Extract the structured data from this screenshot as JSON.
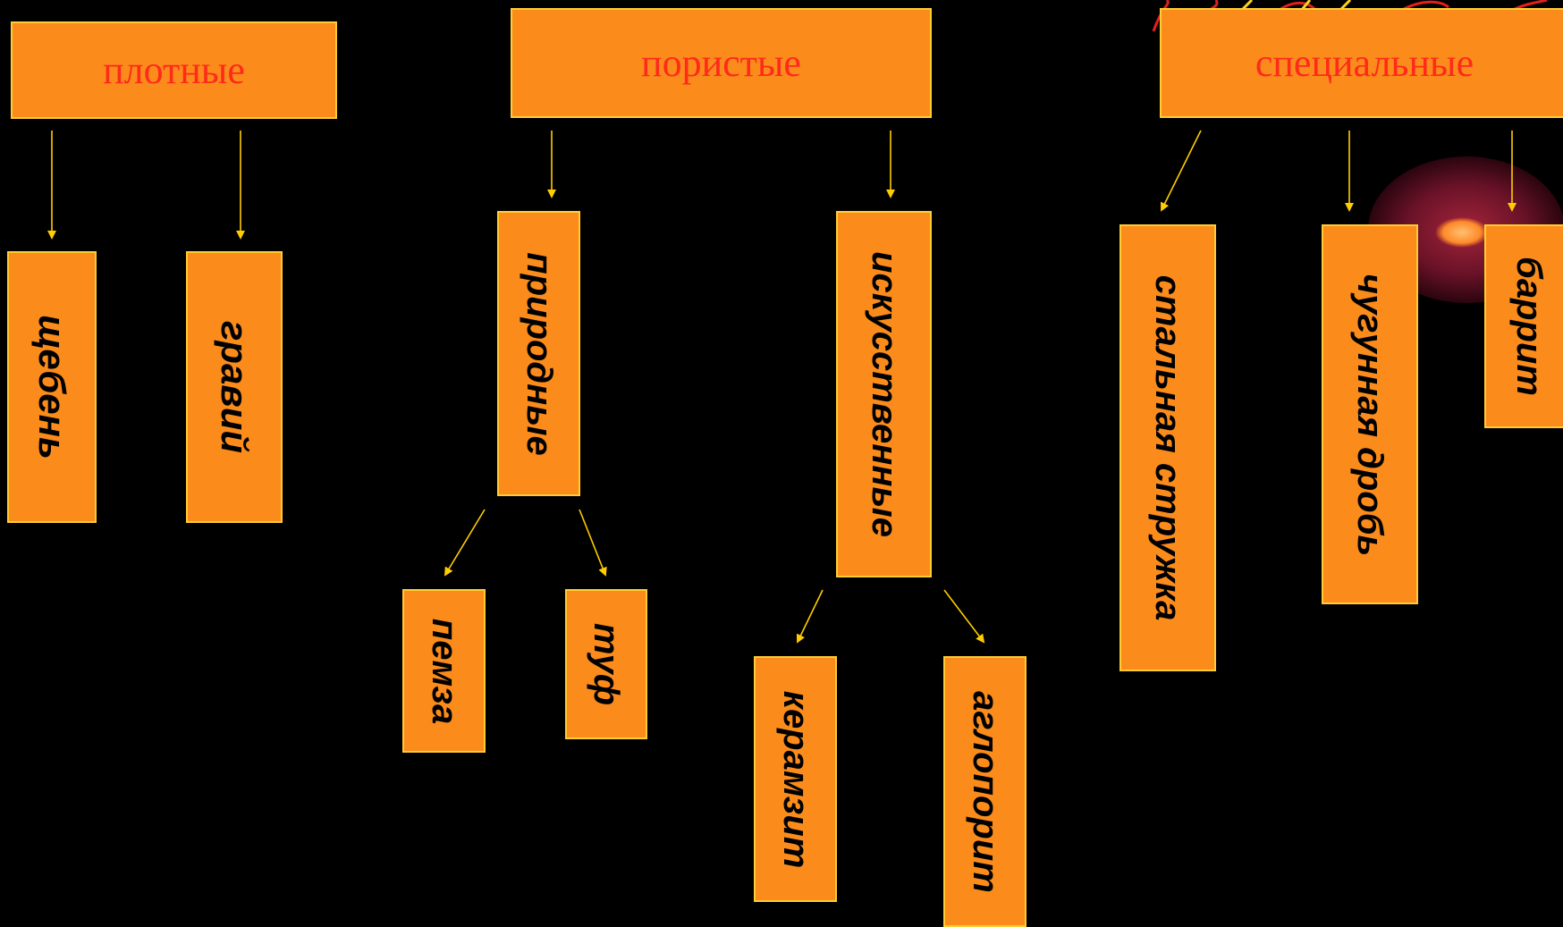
{
  "colors": {
    "background": "#000000",
    "box_fill": "#fb8c1c",
    "box_border": "#ffcc33",
    "header_text": "#ff2a1a",
    "leaf_text": "#000000",
    "connector": "#ffcc00"
  },
  "categories": [
    {
      "label": "плотные",
      "children": [
        "щебень",
        "гравий"
      ]
    },
    {
      "label": "пористые",
      "children": [
        "природные",
        "искусственные"
      ]
    },
    {
      "label": "специальные",
      "children": [
        "стальная стружка",
        "чугунная дробь",
        "баррит"
      ]
    }
  ],
  "subcategories": {
    "natural": {
      "label": "природные",
      "children": [
        "пемза",
        "туф"
      ]
    },
    "artificial": {
      "label": "искусственные",
      "children": [
        "керамзит",
        "аглопорит"
      ]
    }
  },
  "decoration": {
    "glow_icon": "red-glow-orb-icon",
    "fireworks_icon": "fireworks-icon"
  }
}
